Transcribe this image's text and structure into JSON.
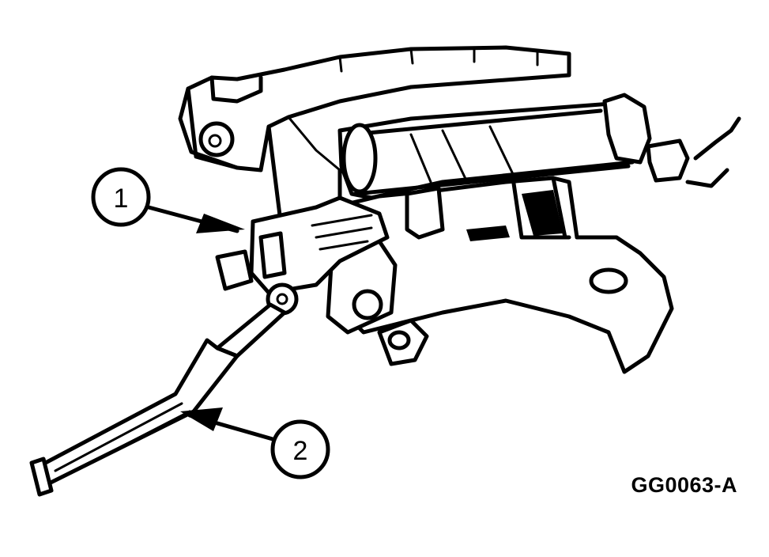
{
  "callouts": [
    {
      "id": "1",
      "label": "1"
    },
    {
      "id": "2",
      "label": "2"
    }
  ],
  "figure_id": "GG0063-A",
  "colors": {
    "line": "#000000",
    "background": "#ffffff"
  }
}
